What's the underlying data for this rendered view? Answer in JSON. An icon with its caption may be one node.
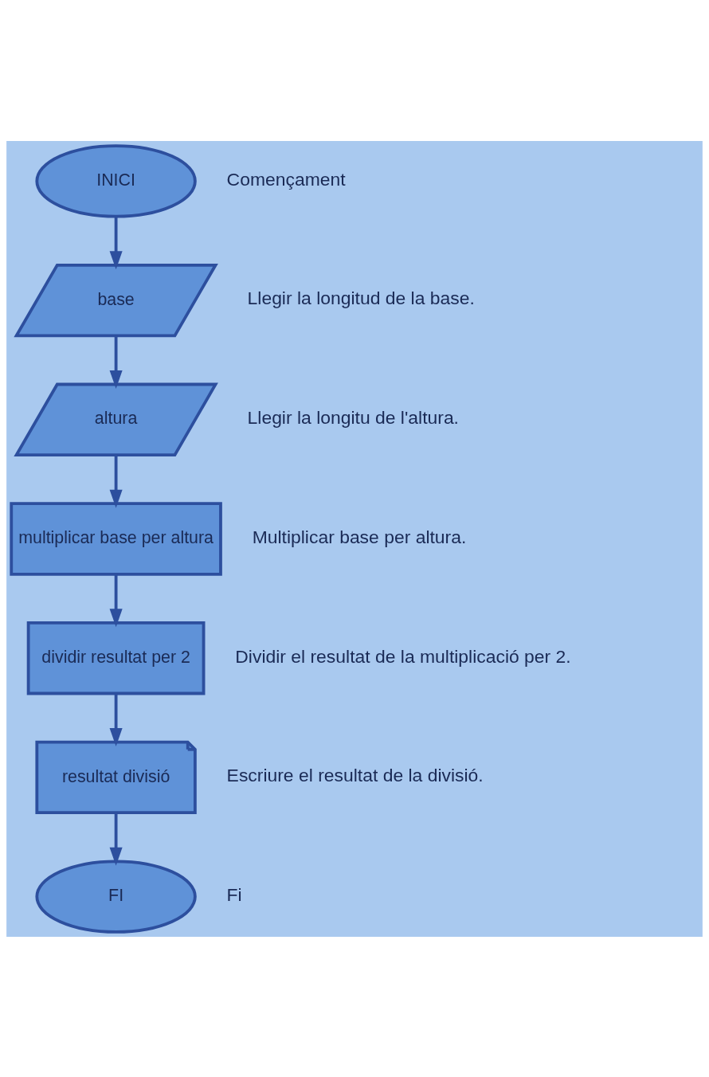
{
  "diagram": {
    "nodes": [
      {
        "text": [
          "INICI"
        ],
        "beside": [
          "Començament"
        ]
      },
      {
        "text": [
          "base"
        ],
        "beside": [
          "Llegir la longitud de la base."
        ]
      },
      {
        "text": [
          "altura"
        ],
        "beside": [
          "Llegir la longitu de l'altura."
        ]
      },
      {
        "text": [
          "multiplicar base per altura"
        ],
        "beside": [
          "Multiplicar base per altura."
        ]
      },
      {
        "text": [
          "dividir resultat per 2"
        ],
        "beside": [
          "Dividir el resultat de la multiplicació per 2."
        ]
      },
      {
        "text": [
          "resultat divisió"
        ],
        "beside": [
          "Escriure el resultat de la divisió."
        ]
      },
      {
        "text": [
          "FI"
        ],
        "beside": [
          "Fi"
        ]
      }
    ],
    "edges": [
      {
        "from": 0,
        "to": 1,
        "arrow": "to"
      },
      {
        "from": 1,
        "to": 2,
        "arrow": "to"
      },
      {
        "from": 2,
        "to": 3,
        "arrow": "to"
      },
      {
        "from": 3,
        "to": 4,
        "arrow": "to"
      },
      {
        "from": 4,
        "to": 5,
        "arrow": "to"
      },
      {
        "from": 5,
        "to": 6,
        "arrow": "to"
      }
    ]
  }
}
